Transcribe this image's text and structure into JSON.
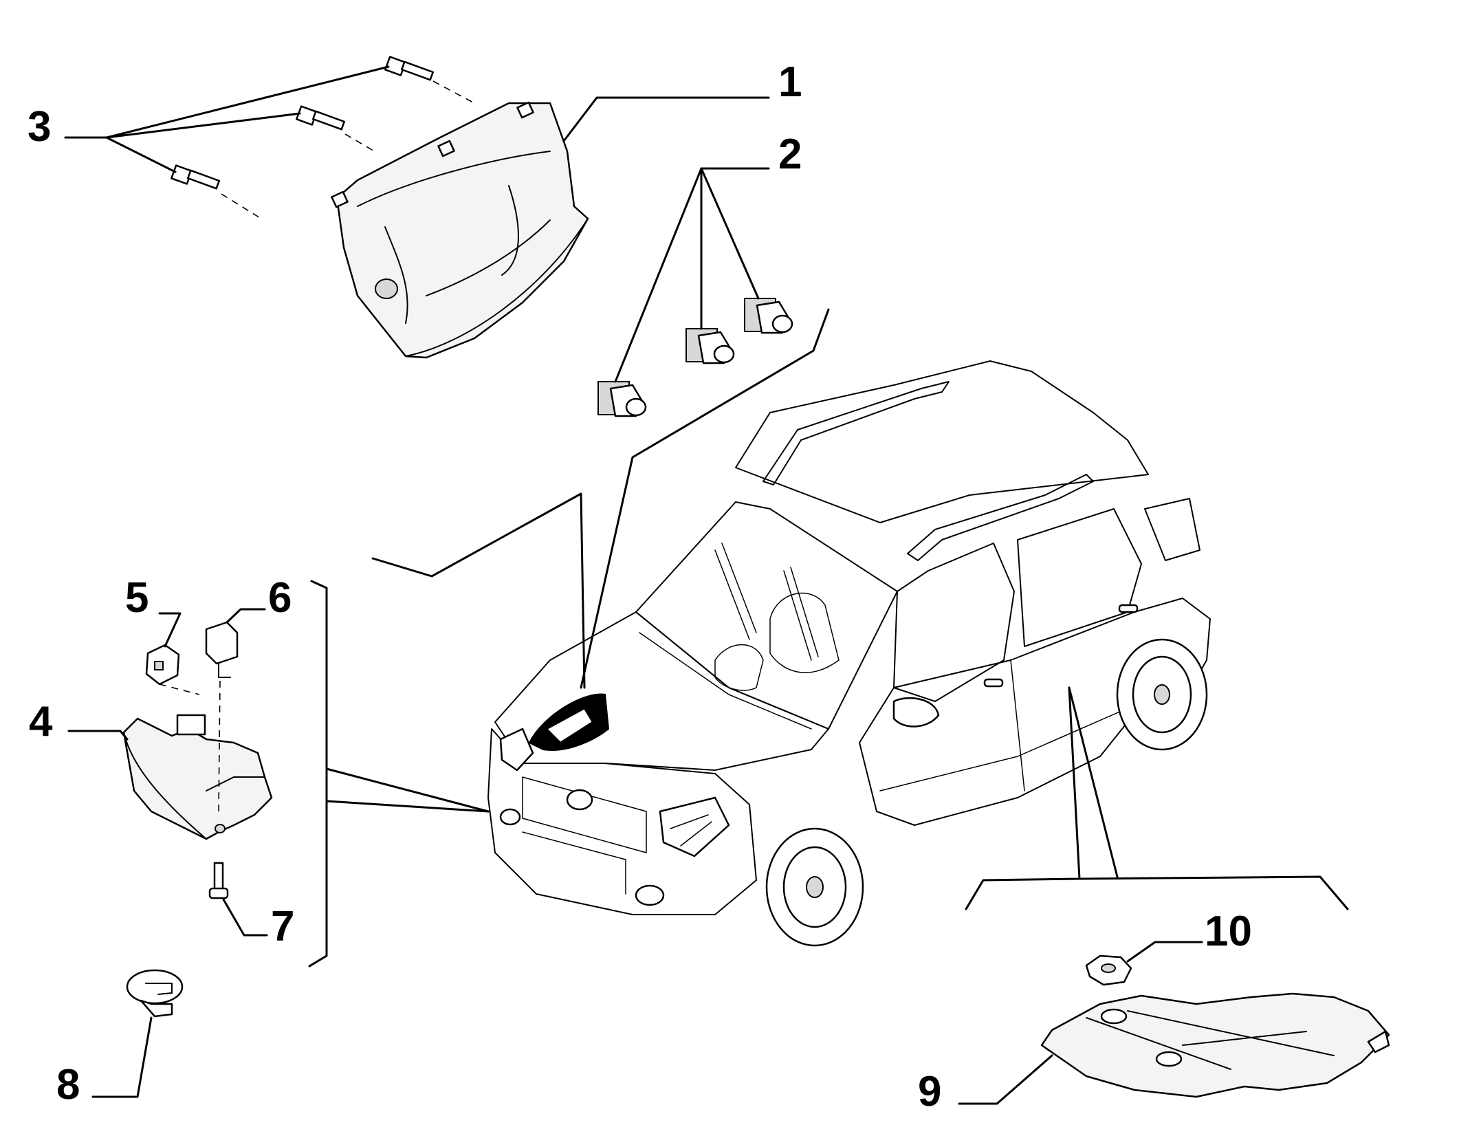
{
  "callouts": [
    {
      "id": "1",
      "label": "1"
    },
    {
      "id": "2",
      "label": "2"
    },
    {
      "id": "3",
      "label": "3"
    },
    {
      "id": "4",
      "label": "4"
    },
    {
      "id": "5",
      "label": "5"
    },
    {
      "id": "6",
      "label": "6"
    },
    {
      "id": "7",
      "label": "7"
    },
    {
      "id": "8",
      "label": "8"
    },
    {
      "id": "9",
      "label": "9"
    },
    {
      "id": "10",
      "label": "10"
    }
  ],
  "colors": {
    "line": "#000000",
    "background": "#ffffff",
    "part_fill": "#f4f4f4"
  }
}
